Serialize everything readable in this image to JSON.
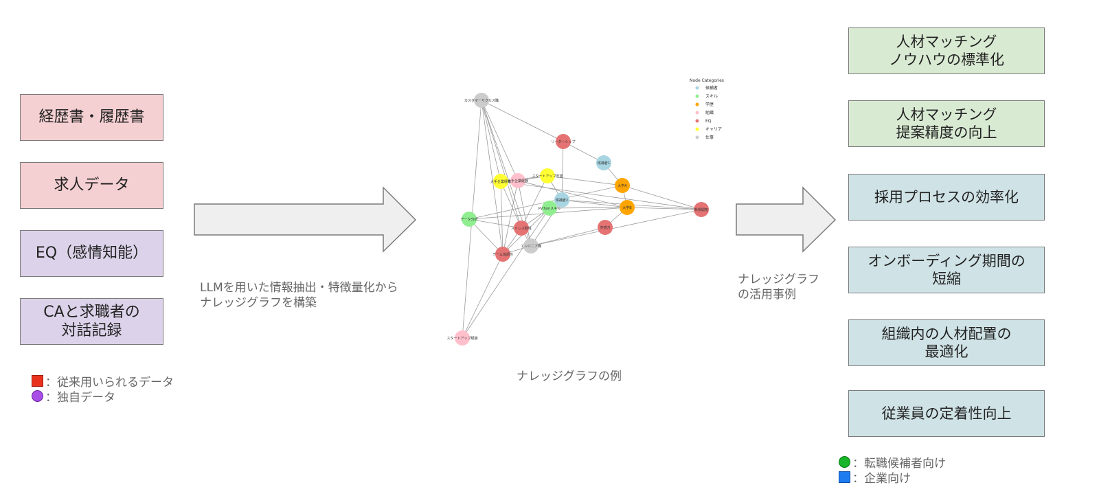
{
  "inputs": [
    {
      "label": "経歴書・履歴書",
      "kind": "conventional"
    },
    {
      "label": "求人データ",
      "kind": "conventional"
    },
    {
      "label": "EQ（感情知能）",
      "kind": "original"
    },
    {
      "label": "CAと求職者の\n対話記録",
      "kind": "original"
    }
  ],
  "input_legend": {
    "conventional": "：従来用いられるデータ",
    "original": "：独自データ"
  },
  "process_caption": "LLMを用いた情報抽出・特徴量化から\nナレッジグラフを構築",
  "graph_caption": "ナレッジグラフの例",
  "use_caption": "ナレッジグラフ\nの活用事例",
  "outputs": [
    {
      "label": "人材マッチング\nノウハウの標準化",
      "kind": "candidate"
    },
    {
      "label": "人材マッチング\n提案精度の向上",
      "kind": "candidate"
    },
    {
      "label": "採用プロセスの効率化",
      "kind": "company"
    },
    {
      "label": "オンボーディング期間の\n短縮",
      "kind": "company"
    },
    {
      "label": "組織内の人材配置の\n最適化",
      "kind": "company"
    },
    {
      "label": "従業員の定着性向上",
      "kind": "company"
    }
  ],
  "output_legend": {
    "candidate": "：転職候補者向け",
    "company": "：企業向け"
  },
  "colors": {
    "conventional": "#f5d0d2",
    "original": "#dcd3ea",
    "candidate": "#d9ead3",
    "company": "#cfe2e6",
    "arrow_fill": "#efefef",
    "arrow_stroke": "#7a7a7a"
  },
  "graph": {
    "legend_title": "Node Categories",
    "categories": [
      {
        "name": "候補者",
        "color": "#a8d5e2"
      },
      {
        "name": "スキル",
        "color": "#90ee90"
      },
      {
        "name": "学歴",
        "color": "#ffa500"
      },
      {
        "name": "組織",
        "color": "#ffc0cb"
      },
      {
        "name": "EQ",
        "color": "#e57373"
      },
      {
        "name": "キャリア",
        "color": "#ffff33"
      },
      {
        "name": "仕事",
        "color": "#cccccc"
      }
    ],
    "nodes": [
      {
        "id": "n1",
        "label": "カスタマーサクセス職",
        "cat": 6
      },
      {
        "id": "n2",
        "label": "リーダーシップ",
        "cat": 4
      },
      {
        "id": "n3",
        "label": "候補者1",
        "cat": 0
      },
      {
        "id": "n4",
        "label": "大学A",
        "cat": 2
      },
      {
        "id": "n5",
        "label": "大学B",
        "cat": 2
      },
      {
        "id": "n6",
        "label": "新規開拓",
        "cat": 4
      },
      {
        "id": "n7",
        "label": "大手企業経験",
        "cat": 5
      },
      {
        "id": "n8",
        "label": "大手企業経験",
        "cat": 3
      },
      {
        "id": "n9",
        "label": "スタートアップ志望",
        "cat": 5
      },
      {
        "id": "n10",
        "label": "候補者2",
        "cat": 0
      },
      {
        "id": "n11",
        "label": "Pythonスキル",
        "cat": 1
      },
      {
        "id": "n12",
        "label": "データ分析",
        "cat": 1
      },
      {
        "id": "n13",
        "label": "ストレス耐性",
        "cat": 4
      },
      {
        "id": "n14",
        "label": "共感力",
        "cat": 4
      },
      {
        "id": "n15",
        "label": "エンジニア職",
        "cat": 6
      },
      {
        "id": "n16",
        "label": "チーム協調性",
        "cat": 4
      },
      {
        "id": "n17",
        "label": "スタートアップ経験",
        "cat": 3
      }
    ]
  }
}
